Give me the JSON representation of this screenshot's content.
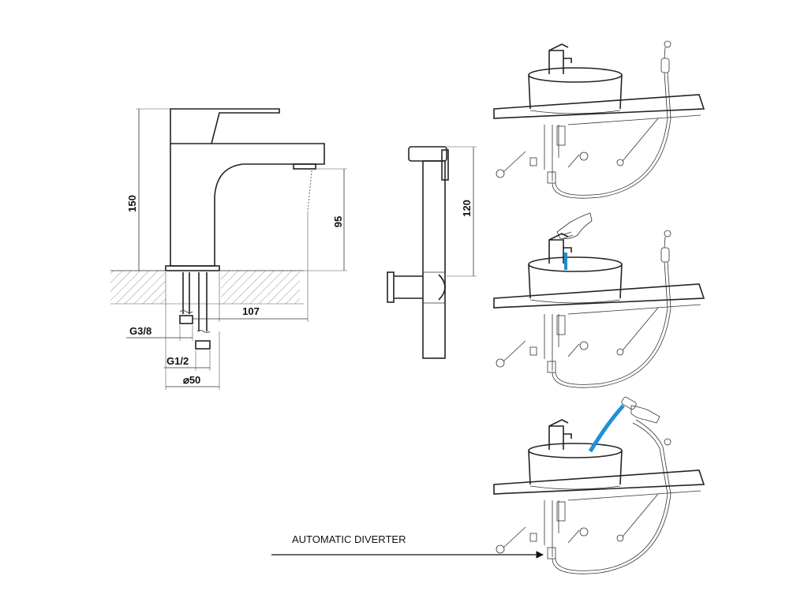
{
  "dimensions": {
    "height_total": "150",
    "spout_height": "95",
    "spout_reach": "107",
    "hose_thread_small": "G3/8",
    "hose_thread_large": "G1/2",
    "base_diameter": "⌀50",
    "shower_height": "120"
  },
  "annotation": {
    "diverter_label": "AUTOMATIC DIVERTER"
  },
  "colors": {
    "line": "#222222",
    "water": "#1e8fd8",
    "hatch": "#777777"
  },
  "icons": [
    "faucet-side-icon",
    "bidet-shower-side-icon",
    "basin-installation-icon",
    "hand-icon",
    "water-jet-icon",
    "arrow-icon"
  ]
}
